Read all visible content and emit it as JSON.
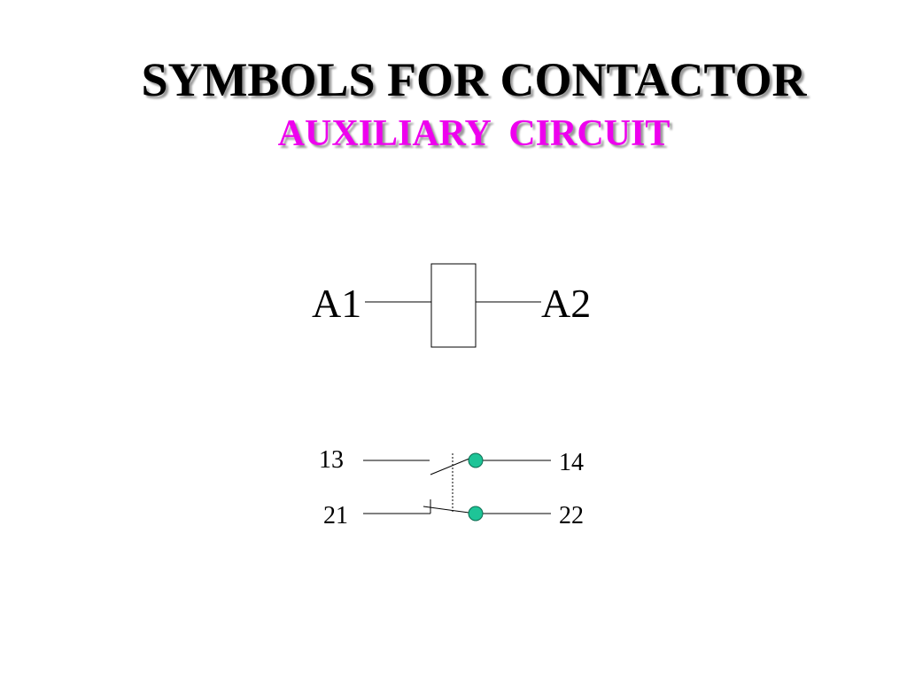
{
  "slide": {
    "title": "SYMBOLS FOR CONTACTOR",
    "subtitle": "AUXILIARY  CIRCUIT"
  },
  "coil": {
    "left_terminal": "A1",
    "right_terminal": "A2"
  },
  "contacts": {
    "no_in": "13",
    "no_out": "14",
    "nc_in": "21",
    "nc_out": "22"
  },
  "colors": {
    "title": "#000000",
    "subtitle": "#ee00ee",
    "terminal_dot": "#1ec497"
  }
}
